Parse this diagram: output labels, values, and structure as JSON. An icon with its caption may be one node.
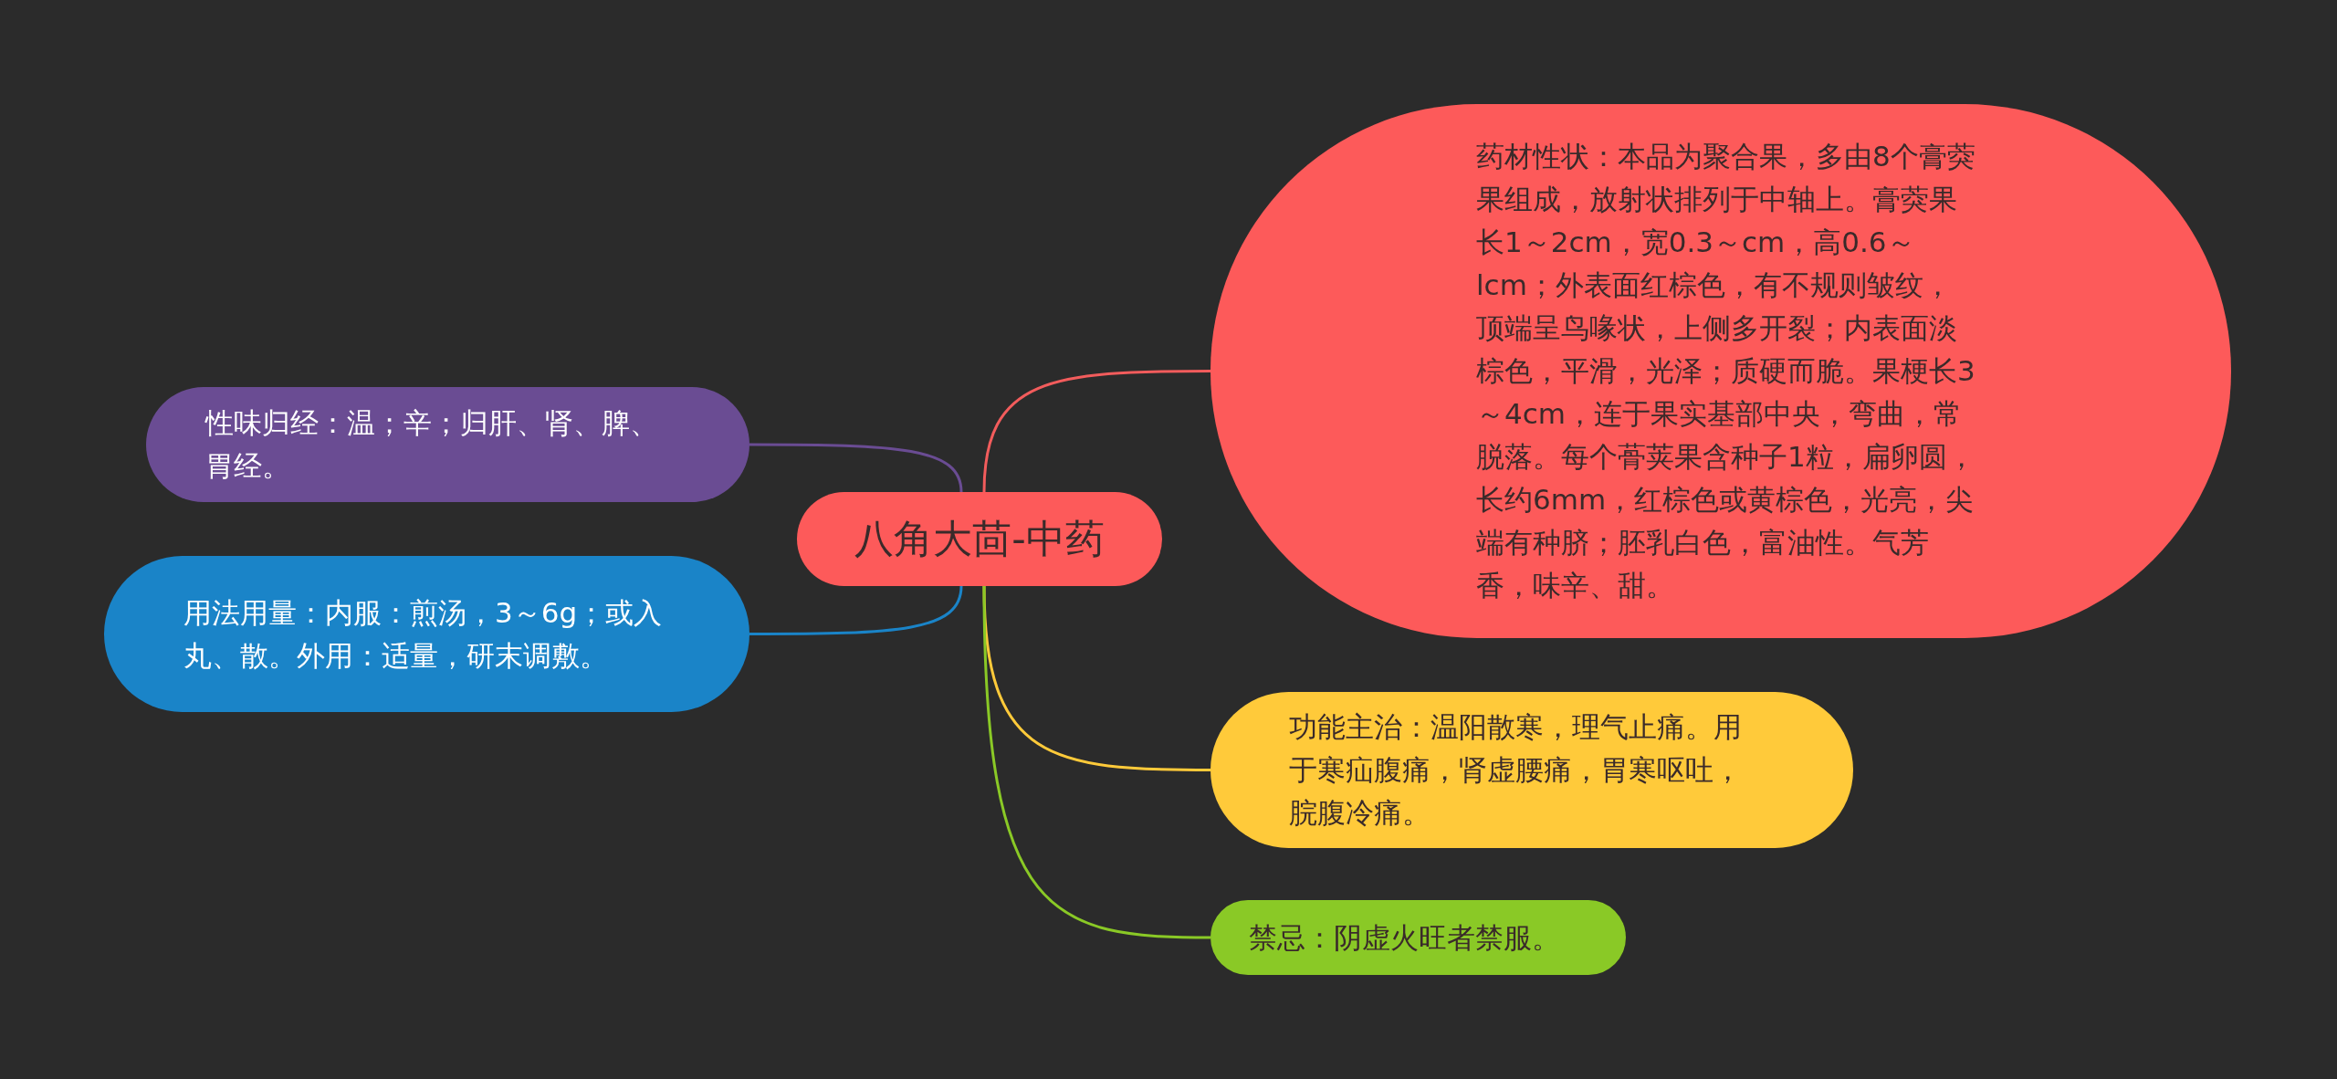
{
  "diagram": {
    "nodes": [
      {
        "text": [
          "八角大茴-中药"
        ]
      },
      {
        "text": [
          "药材性状：本品为聚合果，多由8个膏葖果组成，放射状排列于中轴上。膏葖果长1～2cm，宽0.3～cm，高0.6～lcm；外表面红棕色，有不规则皱纹，顶端呈鸟喙状，上侧多开裂；内表面淡棕色，平滑，光泽；质硬而脆。果梗长3～4cm，连于果实基部中央，弯曲，常脱落。每个蓇荚果含种子1粒，扁卵圆，长约6mm，红棕色或黄棕色，光亮，尖端有种脐；胚乳白色，富油性。气芳香，味辛、甜。"
        ]
      },
      {
        "text": [
          "性味归经：温；辛；归肝、肾、脾、胃经。"
        ]
      },
      {
        "text": [
          "用法用量：内服：煎汤，3～6g；或入丸、散。外用：适量，研末调敷。"
        ]
      },
      {
        "text": [
          "功能主治：温阳散寒，理气止痛。用于寒疝腹痛，肾虚腰痛，胃寒呕吐，脘腹冷痛。"
        ]
      },
      {
        "text": [
          "禁忌：阴虚火旺者禁服。"
        ]
      }
    ],
    "edges": [
      {
        "from": 0,
        "to": 1,
        "arrow": "none",
        "color": "#f25c5c"
      },
      {
        "from": 0,
        "to": 2,
        "arrow": "none",
        "color": "#6a4c93"
      },
      {
        "from": 0,
        "to": 3,
        "arrow": "none",
        "color": "#1a84c8"
      },
      {
        "from": 0,
        "to": 4,
        "arrow": "none",
        "color": "#ffca3a"
      },
      {
        "from": 0,
        "to": 5,
        "arrow": "none",
        "color": "#8ac926"
      }
    ]
  }
}
